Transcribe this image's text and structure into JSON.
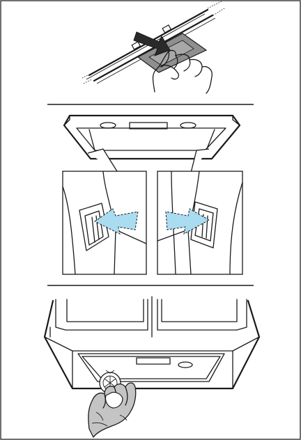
{
  "page": {
    "background": "#ffffff",
    "line_color": "#1a1a1a",
    "border_color": "#333333"
  },
  "steps": [
    {
      "id": "step-1",
      "illustration": "remove-grease-filter-from-rail"
    },
    {
      "id": "step-2",
      "illustration": "release-filter-latches"
    },
    {
      "id": "step-3",
      "illustration": "replace-lamp-bulb"
    }
  ],
  "colors": {
    "arrow_dark": "#2a2a2a",
    "arrow_light": "#a9dcf0",
    "glove": "#c4c4c4",
    "filter_plate": "#8f8f8f"
  },
  "icons": [
    "hand-icon",
    "push-arrow-icon",
    "latch-arrow-icon",
    "gloved-hand-icon",
    "bulb-icon"
  ]
}
